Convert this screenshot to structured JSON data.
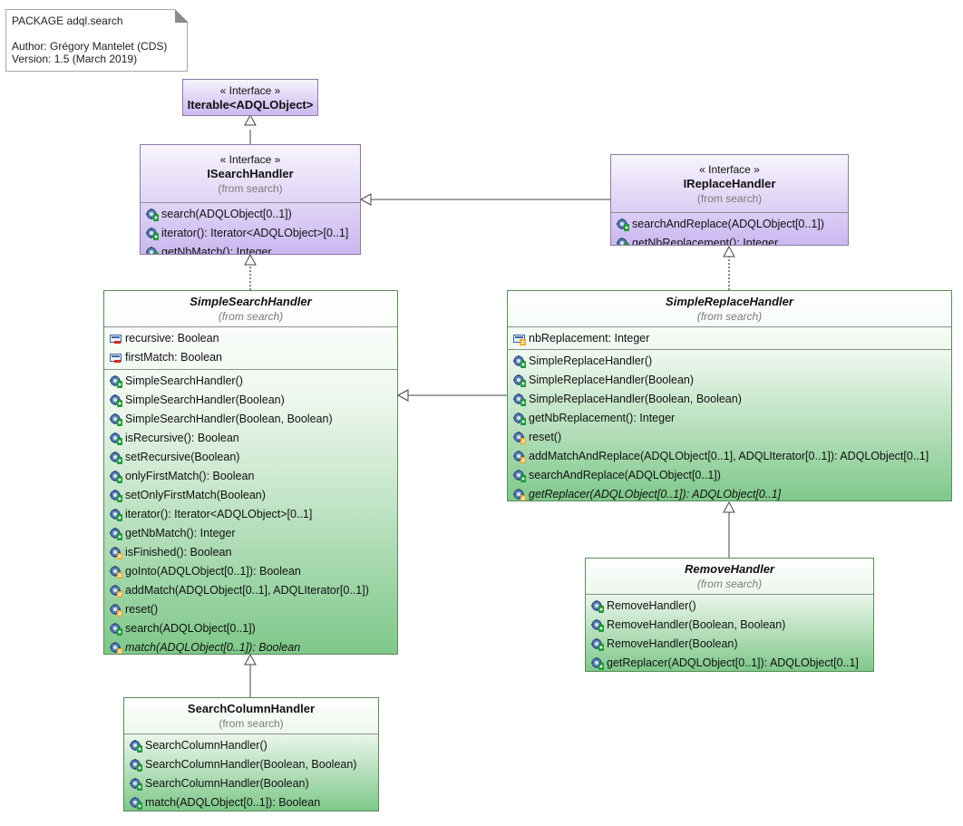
{
  "note": {
    "package": "PACKAGE adql.search",
    "author": "Author: Grégory Mantelet (CDS)",
    "version": "Version: 1.5 (March 2019)"
  },
  "iterable": {
    "stereotype": "« Interface »",
    "name": "Iterable<ADQLObject>"
  },
  "isearch": {
    "stereotype": "« Interface »",
    "name": "ISearchHandler",
    "from": "(from search)",
    "ops": [
      "search(ADQLObject[0..1])",
      "iterator(): Iterator<ADQLObject>[0..1]",
      "getNbMatch(): Integer"
    ]
  },
  "ireplace": {
    "stereotype": "« Interface »",
    "name": "IReplaceHandler",
    "from": "(from search)",
    "ops": [
      "searchAndReplace(ADQLObject[0..1])",
      "getNbReplacement(): Integer"
    ]
  },
  "simplesearch": {
    "name": "SimpleSearchHandler",
    "from": "(from search)",
    "attrs": [
      "recursive: Boolean",
      "firstMatch: Boolean"
    ],
    "ops": [
      "SimpleSearchHandler()",
      "SimpleSearchHandler(Boolean)",
      "SimpleSearchHandler(Boolean, Boolean)",
      "isRecursive(): Boolean",
      "setRecursive(Boolean)",
      "onlyFirstMatch(): Boolean",
      "setOnlyFirstMatch(Boolean)",
      "iterator(): Iterator<ADQLObject>[0..1]",
      "getNbMatch(): Integer",
      "isFinished(): Boolean",
      "goInto(ADQLObject[0..1]): Boolean",
      "addMatch(ADQLObject[0..1], ADQLIterator[0..1])",
      "reset()",
      "search(ADQLObject[0..1])",
      "match(ADQLObject[0..1]): Boolean"
    ]
  },
  "simplereplace": {
    "name": "SimpleReplaceHandler",
    "from": "(from search)",
    "attrs": [
      "nbReplacement: Integer"
    ],
    "ops": [
      "SimpleReplaceHandler()",
      "SimpleReplaceHandler(Boolean)",
      "SimpleReplaceHandler(Boolean, Boolean)",
      "getNbReplacement(): Integer",
      "reset()",
      "addMatchAndReplace(ADQLObject[0..1], ADQLIterator[0..1]): ADQLObject[0..1]",
      "searchAndReplace(ADQLObject[0..1])",
      "getReplacer(ADQLObject[0..1]): ADQLObject[0..1]"
    ]
  },
  "remove": {
    "name": "RemoveHandler",
    "from": "(from search)",
    "ops": [
      "RemoveHandler()",
      "RemoveHandler(Boolean, Boolean)",
      "RemoveHandler(Boolean)",
      "getReplacer(ADQLObject[0..1]): ADQLObject[0..1]"
    ]
  },
  "searchcolumn": {
    "name": "SearchColumnHandler",
    "from": "(from search)",
    "ops": [
      "SearchColumnHandler()",
      "SearchColumnHandler(Boolean, Boolean)",
      "SearchColumnHandler(Boolean)",
      "match(ADQLObject[0..1]): Boolean"
    ]
  },
  "icons": {
    "public_operation": "gear-plus-icon",
    "protected_operation": "gear-hash-icon",
    "private_attribute": "field-minus-icon",
    "protected_attribute": "field-hash-icon"
  },
  "colors": {
    "interface_top": "#f7f4fd",
    "interface_bottom": "#cbb8ef",
    "class_bottom": "#7fc88a",
    "connector": "#444444"
  }
}
